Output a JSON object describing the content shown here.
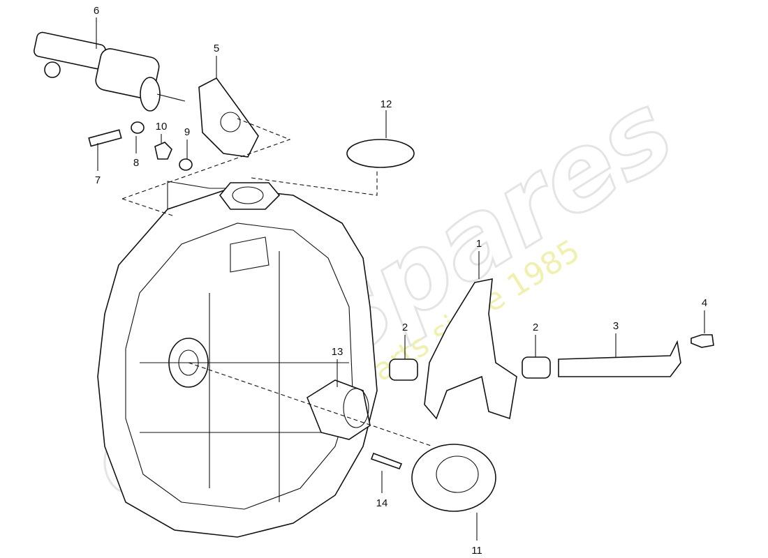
{
  "watermark": {
    "brand": "eurospares",
    "tagline": "a passion for parts since 1985"
  },
  "callouts": [
    {
      "number": "6",
      "part": "slave-cylinder"
    },
    {
      "number": "5",
      "part": "bracket"
    },
    {
      "number": "12",
      "part": "cap"
    },
    {
      "number": "10",
      "part": "nut"
    },
    {
      "number": "9",
      "part": "washer"
    },
    {
      "number": "8",
      "part": "washer"
    },
    {
      "number": "7",
      "part": "bolt"
    },
    {
      "number": "1",
      "part": "release-fork"
    },
    {
      "number": "4",
      "part": "screw"
    },
    {
      "number": "2",
      "part": "bushing-left"
    },
    {
      "number": "2",
      "part": "bushing-right"
    },
    {
      "number": "3",
      "part": "shaft"
    },
    {
      "number": "13",
      "part": "guide-tube"
    },
    {
      "number": "14",
      "part": "screw"
    },
    {
      "number": "11",
      "part": "release-bearing"
    }
  ]
}
